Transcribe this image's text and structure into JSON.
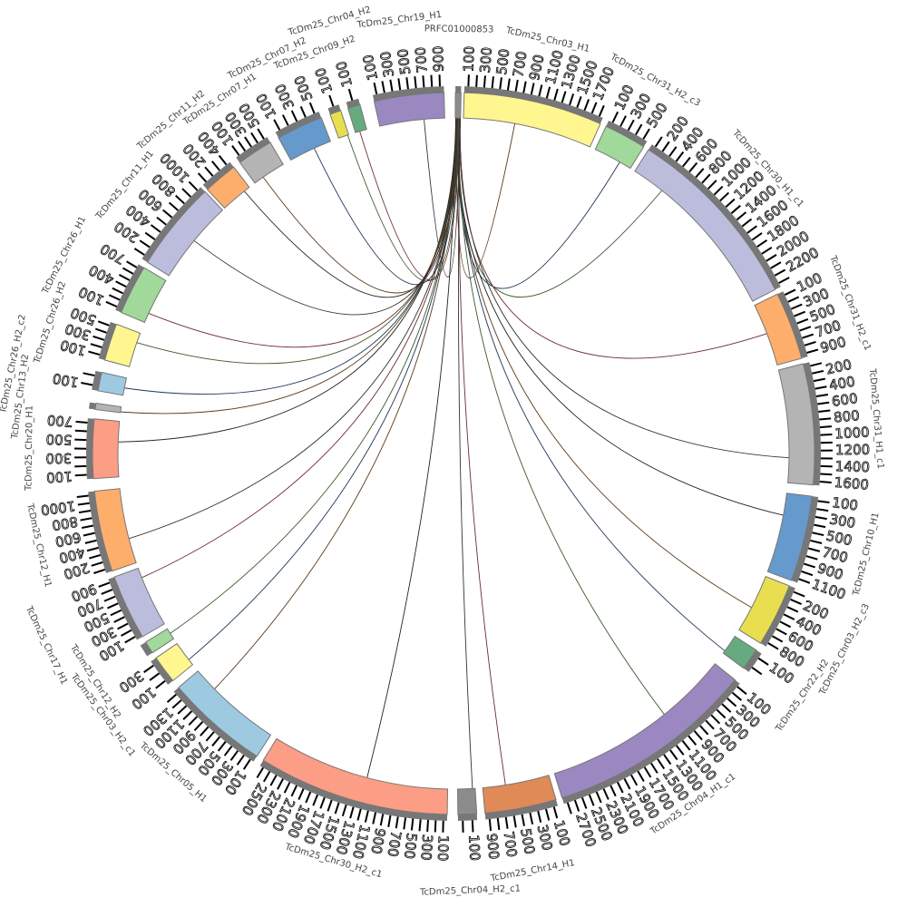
{
  "chart_data": {
    "type": "chord",
    "title": "",
    "tick_interval": 100,
    "source_segment": "PRFC01000853",
    "segments": [
      {
        "name": "PRFC01000853",
        "length": 60,
        "color": "#8c8c8c"
      },
      {
        "name": "TcDm25_Chr03_H1",
        "length": 1800,
        "color": "#fff68f"
      },
      {
        "name": "TcDm25_Chr31_H2_c3",
        "length": 500,
        "color": "#a1d99b"
      },
      {
        "name": "TcDm25_Chr30_H1_c1",
        "length": 2300,
        "color": "#bcbddc"
      },
      {
        "name": "TcDm25_Chr31_H2_c1",
        "length": 900,
        "color": "#fdae6b"
      },
      {
        "name": "TcDm25_Chr31_H1_c1",
        "length": 1600,
        "color": "#b4b4b4"
      },
      {
        "name": "TcDm25_Chr10_H1",
        "length": 1100,
        "color": "#6699cc"
      },
      {
        "name": "TcDm25_Chr03_H2_c3",
        "length": 800,
        "color": "#e8de50"
      },
      {
        "name": "TcDm25_Chr22_H2",
        "length": 200,
        "color": "#66aa7f"
      },
      {
        "name": "TcDm25_Chr04_H1_c1",
        "length": 2800,
        "color": "#9b88c0"
      },
      {
        "name": "TcDm25_Chr14_H1",
        "length": 900,
        "color": "#e08a58"
      },
      {
        "name": "TcDm25_Chr04_H2_c1",
        "length": 200,
        "color": "#8c8c8c"
      },
      {
        "name": "TcDm25_Chr30_H2_c1",
        "length": 2600,
        "color": "#fc9d86"
      },
      {
        "name": "TcDm25_Chr05_H1",
        "length": 1400,
        "color": "#9ecae1"
      },
      {
        "name": "TcDm25_Chr03_H2_c1",
        "length": 300,
        "color": "#fff68f"
      },
      {
        "name": "TcDm25_Chr12_H2",
        "length": 60,
        "color": "#a1d99b"
      },
      {
        "name": "TcDm25_Chr17_H1",
        "length": 900,
        "color": "#bcbddc"
      },
      {
        "name": "TcDm25_Chr12_H1",
        "length": 1100,
        "color": "#fdae6b"
      },
      {
        "name": "TcDm25_Chr20_H1",
        "length": 700,
        "color": "#fc9d86"
      },
      {
        "name": "TcDm25_Chr13_H2",
        "length": 50,
        "color": "#b4b4b4"
      },
      {
        "name": "TcDm25_Chr26_H2_c2",
        "length": 200,
        "color": "#9ecae1"
      },
      {
        "name": "TcDm25_Chr26_H2",
        "length": 500,
        "color": "#fff68f"
      },
      {
        "name": "TcDm25_Chr26_H1",
        "length": 700,
        "color": "#a1d99b"
      },
      {
        "name": "TcDm25_Chr11_H1",
        "length": 1000,
        "color": "#bcbddc"
      },
      {
        "name": "TcDm25_Chr11_H2",
        "length": 400,
        "color": "#fdae6b"
      },
      {
        "name": "TcDm25_Chr07_H1",
        "length": 500,
        "color": "#b4b4b4"
      },
      {
        "name": "TcDm25_Chr07_H2",
        "length": 500,
        "color": "#6699cc"
      },
      {
        "name": "TcDm25_Chr09_H2",
        "length": 100,
        "color": "#e8de50"
      },
      {
        "name": "TcDm25_Chr04_H2",
        "length": 100,
        "color": "#66aa7f"
      },
      {
        "name": "TcDm25_Chr19_H1",
        "length": 900,
        "color": "#9b88c0"
      }
    ]
  }
}
